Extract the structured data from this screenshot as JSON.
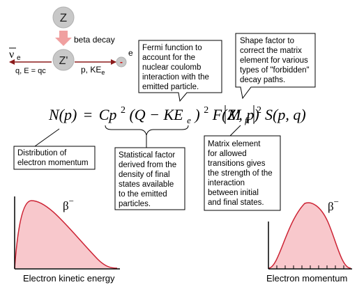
{
  "decay": {
    "parent": "Z",
    "daughter": "Z'",
    "process_label": "beta decay",
    "antineutrino_symbol": "ν",
    "antineutrino_sub": "e",
    "neutrino_momentum_label": "q, E = qc",
    "electron_symbol": "-",
    "electron_label": "e",
    "electron_momentum_label": "p, KE",
    "electron_momentum_sub": "e"
  },
  "equation": {
    "lhs": "N(p)",
    "eq": "=",
    "part1": "Cp",
    "exp1": "2",
    "part2": "(Q − KE",
    "sub_e": "e",
    "part3": ")",
    "exp2": "2",
    "part4": "F(Z', p)",
    "m": "M",
    "m_sub": "fi",
    "exp3": "2",
    "part5": "S(p, q)"
  },
  "annotations": {
    "fermi": [
      "Fermi function to",
      "account for the",
      "nuclear coulomb",
      "interaction with the",
      "emitted particle."
    ],
    "shape": [
      "Shape factor to",
      "correct the matrix",
      "element for various",
      "types of \"forbidden\"",
      "decay paths."
    ],
    "distribution": [
      "Distribution of",
      "electron momentum"
    ],
    "statistical": [
      "Statistical factor",
      "derived from the",
      "density of final",
      "states available",
      "to the emitted",
      "particles."
    ],
    "matrix": [
      "Matrix element",
      "for allowed",
      "transitions gives",
      "the strength of the",
      "interaction",
      "between initial",
      "and final states."
    ]
  },
  "graphs": {
    "left": {
      "symbol": "β",
      "superscript": "−",
      "xlabel": "Electron kinetic energy",
      "fill": "#f8c8cc",
      "stroke": "#cc2233"
    },
    "right": {
      "symbol": "β",
      "superscript": "−",
      "xlabel": "Electron momentum",
      "fill": "#f8c8cc",
      "stroke": "#cc2233"
    }
  },
  "colors": {
    "nucleus_fill": "#c8c8c8",
    "decay_arrow": "#f0a0a0",
    "momentum_arrow": "#8b1a1a"
  }
}
